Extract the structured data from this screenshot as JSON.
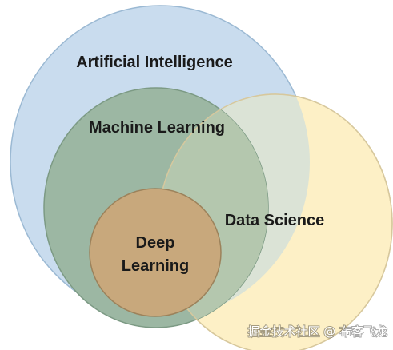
{
  "diagram": {
    "sets": [
      {
        "id": "ai",
        "label": "Artificial Intelligence",
        "fill": "#c9dcee",
        "stroke": "#9bb9d3"
      },
      {
        "id": "ds",
        "label": "Data Science",
        "fill": "#fdf0c6",
        "stroke": "#d7c89d"
      },
      {
        "id": "ml",
        "label": "Machine Learning",
        "fill": "#9cb7a3",
        "stroke": "#7c9a84"
      },
      {
        "id": "dl",
        "label_line1": "Deep",
        "label_line2": "Learning",
        "fill": "#c8a87c",
        "stroke": "#9c825b"
      }
    ],
    "colors": {
      "ml_ds_overlap": "#b4c7ae",
      "ai_ds_overlap": "#dbe3d6"
    }
  },
  "watermark": {
    "text": "掘金技术社区 @ 布客飞龙"
  }
}
